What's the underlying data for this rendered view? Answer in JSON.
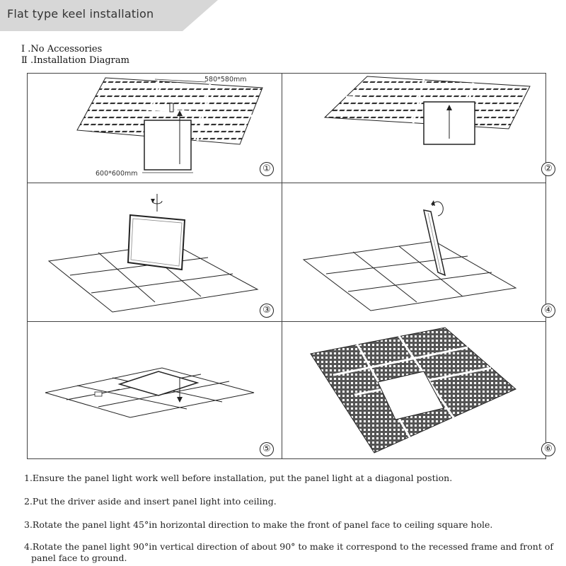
{
  "header": {
    "title": "Flat type keel installation"
  },
  "sections": {
    "accessories": "Ⅰ .No Accessories",
    "diagram": "Ⅱ .Installation Diagram"
  },
  "panels": [
    {
      "number": "①",
      "dim_top": "580*580mm",
      "dim_bottom": "600*600mm"
    },
    {
      "number": "②"
    },
    {
      "number": "③"
    },
    {
      "number": "④"
    },
    {
      "number": "⑤"
    },
    {
      "number": "⑥"
    }
  ],
  "steps": [
    "1.Ensure the panel light work well before installation,  put the panel light at a diagonal postion.",
    "2.Put the driver aside and insert panel light into ceiling.",
    "3.Rotate the panel light 45°in horizontal direction to make the front of panel face to ceiling square hole.",
    "4.Rotate the panel light 90°in vertical direction of about 90° to make it correspond to the recessed frame and front of",
    "panel face to ground."
  ]
}
